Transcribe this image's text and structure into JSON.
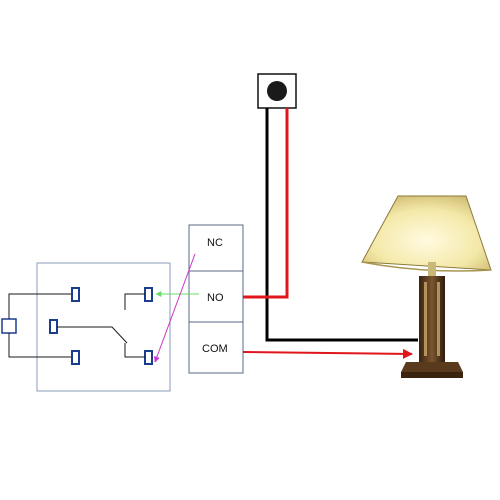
{
  "terminals": {
    "nc": "NC",
    "no": "NO",
    "com": "COM"
  },
  "colors": {
    "relay_border": "#8a9bb8",
    "contact_pad": "#1b3d8f",
    "live_wire": "#e0161c",
    "neutral_wire": "#000000",
    "green_arrow": "#66dd66",
    "magenta_arrow": "#cc33cc"
  },
  "icons": {
    "push_button": "push-button-switch-icon",
    "lamp": "table-lamp-icon"
  }
}
